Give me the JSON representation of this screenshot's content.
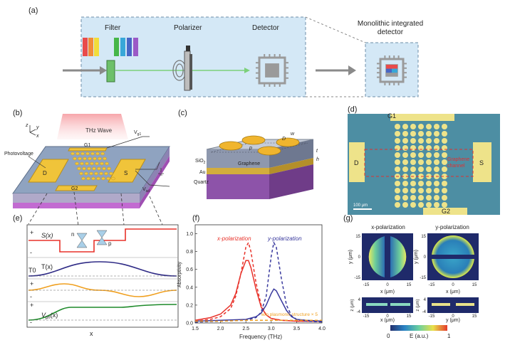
{
  "panels": {
    "a": {
      "letter": "(a)",
      "labels": {
        "filter": "Filter",
        "polarizer": "Polarizer",
        "detector": "Detector",
        "monolithic": "Monolithic integrated detector"
      },
      "filter_colors": [
        "#e94b4b",
        "#f28c38",
        "#f2dd3a",
        "#46b649",
        "#38a7d8",
        "#4766c5",
        "#9b59c6"
      ]
    },
    "b": {
      "letter": "(b)",
      "labels": {
        "thz": "THz Wave",
        "photovoltage": "Photovoltage",
        "g1": "G1",
        "g2": "G2",
        "d": "D",
        "s": "S",
        "vg1": "V",
        "vg1_sub": "g1",
        "vsd": "V",
        "vsd_sub": "sd",
        "axis_z": "z",
        "axis_x": "x",
        "axis_y": "y"
      }
    },
    "c": {
      "letter": "(c)",
      "labels": {
        "sio2": "SiO",
        "sio2_sub": "2",
        "au": "Au",
        "quartz": "Quartz",
        "graphene": "Graphene",
        "w": "w",
        "p": "p",
        "d": "D",
        "t": "t",
        "h": "h"
      }
    },
    "d": {
      "letter": "(d)",
      "labels": {
        "g1": "G1",
        "g2": "G2",
        "d": "D",
        "s": "S",
        "channel": "Graphene channel",
        "scale": "100 μm"
      }
    },
    "e": {
      "letter": "(e)",
      "labels": {
        "sx": "S(x)",
        "tx": "T(x)",
        "t0": "T0",
        "vph": "V",
        "vph_sub": "ph",
        "vph_arg": "(x)",
        "n": "n",
        "p": "p",
        "x": "x",
        "plus": "+",
        "minus": "-"
      }
    },
    "f": {
      "letter": "(f)",
      "chart_data": {
        "type": "line",
        "xlabel": "Frequency (THz)",
        "ylabel": "Absorptivity",
        "xlim": [
          1.5,
          4.0
        ],
        "ylim": [
          0,
          1.1
        ],
        "x_ticks": [
          "1.5",
          "2.0",
          "2.5",
          "3.0",
          "3.5",
          "4.0"
        ],
        "y_ticks": [
          "0.0",
          "0.2",
          "0.4",
          "0.6",
          "0.8",
          "1.0"
        ],
        "annotations": [
          "x-polarization",
          "y-polarization",
          "w/o plasmonic structure × 5"
        ],
        "series": [
          {
            "name": "x-polarization",
            "color": "#e8322a",
            "style": "solid",
            "x": [
              1.5,
              1.8,
              2.0,
              2.2,
              2.3,
              2.4,
              2.5,
              2.55,
              2.6,
              2.7,
              2.8,
              2.9,
              3.0,
              3.2,
              3.5,
              4.0
            ],
            "y": [
              0.03,
              0.06,
              0.1,
              0.2,
              0.33,
              0.55,
              0.7,
              0.7,
              0.62,
              0.38,
              0.18,
              0.09,
              0.05,
              0.03,
              0.02,
              0.02
            ]
          },
          {
            "name": "x-polarization",
            "color": "#e8322a",
            "style": "dashed",
            "x": [
              1.5,
              1.8,
              2.0,
              2.2,
              2.3,
              2.4,
              2.5,
              2.55,
              2.6,
              2.7,
              2.8,
              2.9,
              3.0,
              3.2,
              3.5,
              4.0
            ],
            "y": [
              0.02,
              0.04,
              0.07,
              0.16,
              0.3,
              0.55,
              0.85,
              0.9,
              0.8,
              0.45,
              0.2,
              0.09,
              0.05,
              0.03,
              0.02,
              0.02
            ]
          },
          {
            "name": "y-polarization",
            "color": "#3a3a9e",
            "style": "solid",
            "x": [
              1.5,
              2.0,
              2.5,
              2.7,
              2.8,
              2.9,
              3.0,
              3.05,
              3.1,
              3.2,
              3.3,
              3.4,
              3.5,
              3.7,
              4.0
            ],
            "y": [
              0.02,
              0.03,
              0.04,
              0.07,
              0.11,
              0.2,
              0.33,
              0.38,
              0.36,
              0.25,
              0.14,
              0.07,
              0.04,
              0.03,
              0.02
            ]
          },
          {
            "name": "y-polarization",
            "color": "#3a3a9e",
            "style": "dashed",
            "x": [
              1.5,
              2.0,
              2.5,
              2.7,
              2.8,
              2.9,
              3.0,
              3.05,
              3.1,
              3.2,
              3.3,
              3.4,
              3.5,
              3.7,
              4.0
            ],
            "y": [
              0.01,
              0.02,
              0.03,
              0.06,
              0.12,
              0.3,
              0.75,
              0.9,
              0.85,
              0.5,
              0.2,
              0.08,
              0.04,
              0.02,
              0.01
            ]
          },
          {
            "name": "w/o plasmonic structure × 5",
            "color": "#f0a020",
            "style": "dashed",
            "x": [
              1.5,
              2.0,
              2.5,
              3.0,
              3.5,
              4.0
            ],
            "y": [
              0.02,
              0.02,
              0.03,
              0.03,
              0.03,
              0.03
            ]
          }
        ]
      }
    },
    "g": {
      "letter": "(g)",
      "labels": {
        "xpol": "x-polarization",
        "ypol": "y-polarization",
        "y_um": "y (μm)",
        "x_um": "x (μm)",
        "z_um": "z (μm)",
        "e_au": "E (a.u.)",
        "cb_min": "0",
        "cb_max": "1"
      },
      "ticks": {
        "x": [
          "-15",
          "0",
          "15"
        ],
        "y": [
          "15",
          "0",
          "-15"
        ],
        "z": [
          "4",
          "-4"
        ]
      }
    }
  }
}
